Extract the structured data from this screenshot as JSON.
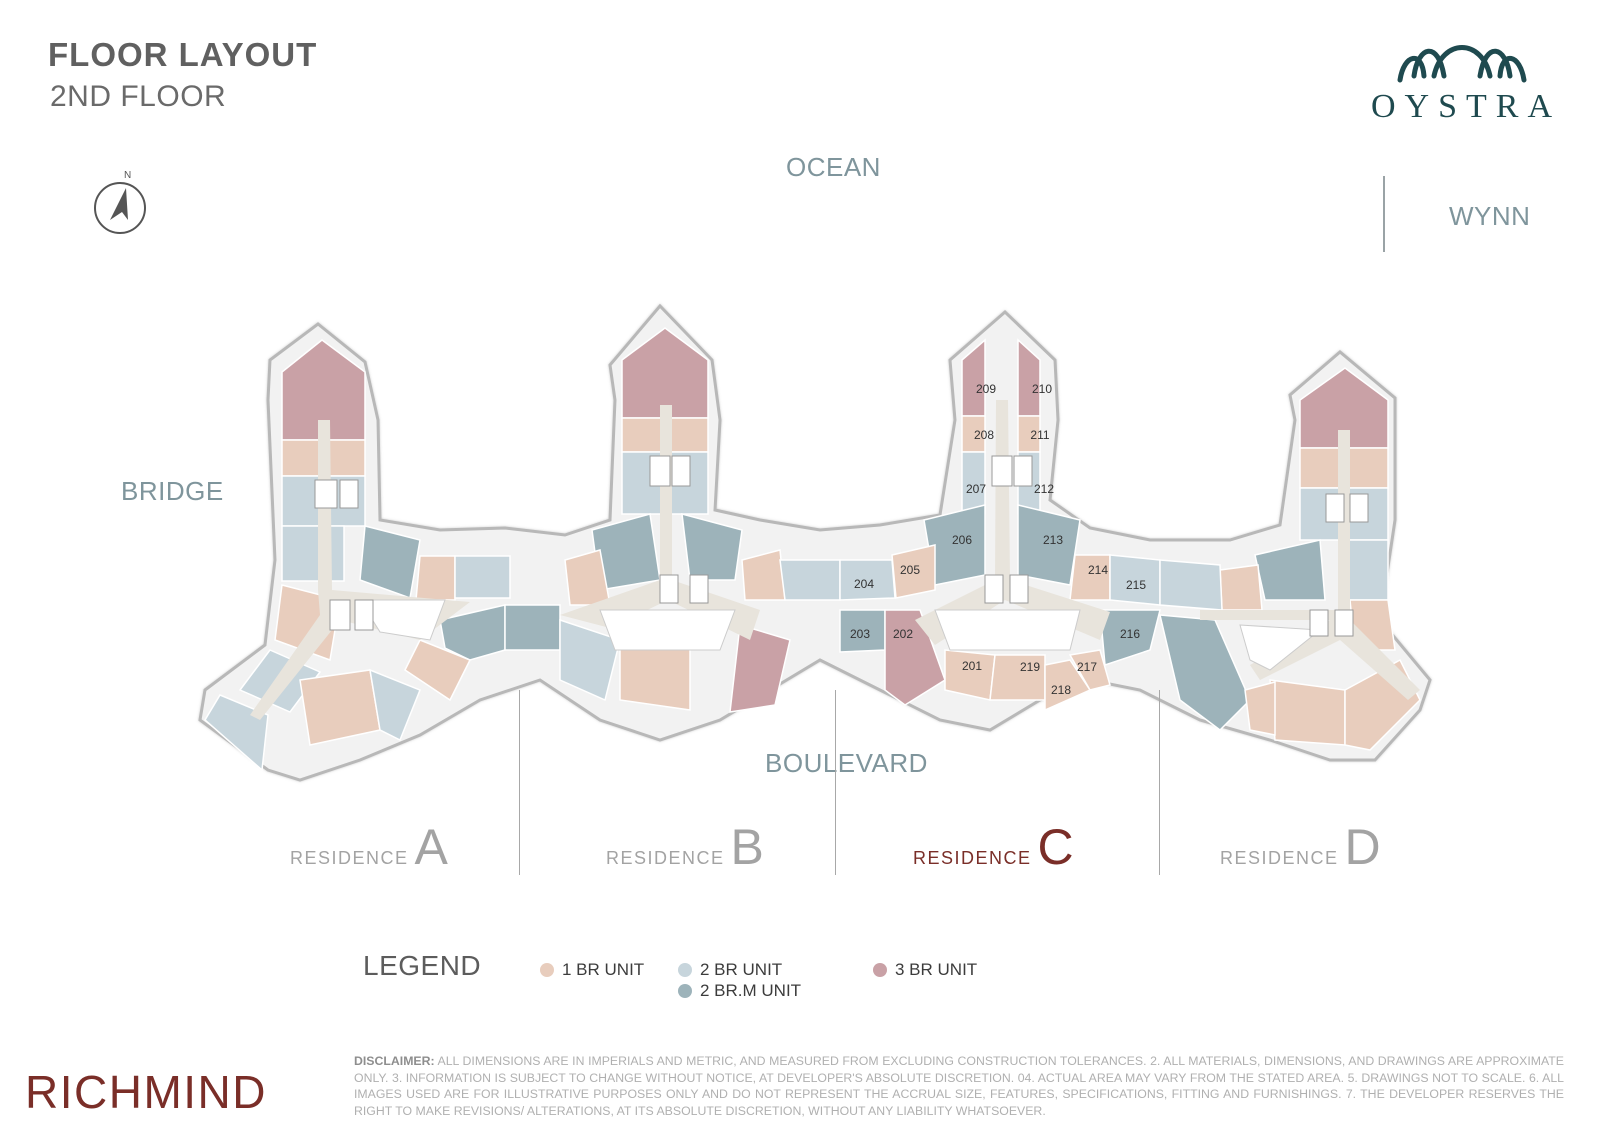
{
  "header": {
    "title": "FLOOR LAYOUT",
    "subtitle": "2ND FLOOR"
  },
  "logo": {
    "text": "OYSTRA"
  },
  "compass": {
    "letter": "N"
  },
  "directions": {
    "ocean": "OCEAN",
    "wynn": "WYNN",
    "bridge": "BRIDGE",
    "boulevard": "BOULEVARD"
  },
  "residences": [
    {
      "word": "RESIDENCE",
      "letter": "A",
      "highlight": false
    },
    {
      "word": "RESIDENCE",
      "letter": "B",
      "highlight": false
    },
    {
      "word": "RESIDENCE",
      "letter": "C",
      "highlight": true
    },
    {
      "word": "RESIDENCE",
      "letter": "D",
      "highlight": false
    }
  ],
  "unit_numbers": [
    "201",
    "202",
    "203",
    "204",
    "205",
    "206",
    "207",
    "208",
    "209",
    "210",
    "211",
    "212",
    "213",
    "214",
    "215",
    "216",
    "217",
    "218",
    "219"
  ],
  "legend": {
    "title": "LEGEND",
    "items": [
      {
        "label": "1 BR UNIT",
        "color": "#e8cdbd"
      },
      {
        "label": "2 BR UNIT",
        "color": "#c7d5dc"
      },
      {
        "label": "3 BR UNIT",
        "color": "#c9a1a6"
      },
      {
        "label": "2 BR.M UNIT",
        "color": "#9db3ba"
      }
    ]
  },
  "colors": {
    "br1": "#e8cdbd",
    "br2": "#c7d5dc",
    "br2m": "#9db3ba",
    "br3": "#c9a1a6",
    "corridor": "#e8e4dc",
    "accent_red": "#7a2e28",
    "direction_text": "#7f959c"
  },
  "brand": "RICHMIND",
  "disclaimer": {
    "label": "DISCLAIMER:",
    "text": "ALL DIMENSIONS ARE IN IMPERIALS AND METRIC, AND MEASURED FROM EXCLUDING CONSTRUCTION TOLERANCES. 2. ALL MATERIALS, DIMENSIONS, AND DRAWINGS ARE APPROXIMATE ONLY. 3. INFORMATION IS SUBJECT TO CHANGE WITHOUT NOTICE, AT DEVELOPER'S ABSOLUTE DISCRETION. 04. ACTUAL AREA MAY VARY FROM THE STATED AREA. 5. DRAWINGS NOT TO SCALE. 6. ALL IMAGES USED ARE FOR ILLUSTRATIVE PURPOSES ONLY AND DO NOT REPRESENT THE ACCRUAL SIZE, FEATURES, SPECIFICATIONS, FITTING AND FURNISHINGS. 7. THE DEVELOPER RESERVES THE RIGHT TO MAKE REVISIONS/ ALTERATIONS, AT ITS ABSOLUTE DISCRETION, WITHOUT ANY LIABILITY WHATSOEVER."
  }
}
